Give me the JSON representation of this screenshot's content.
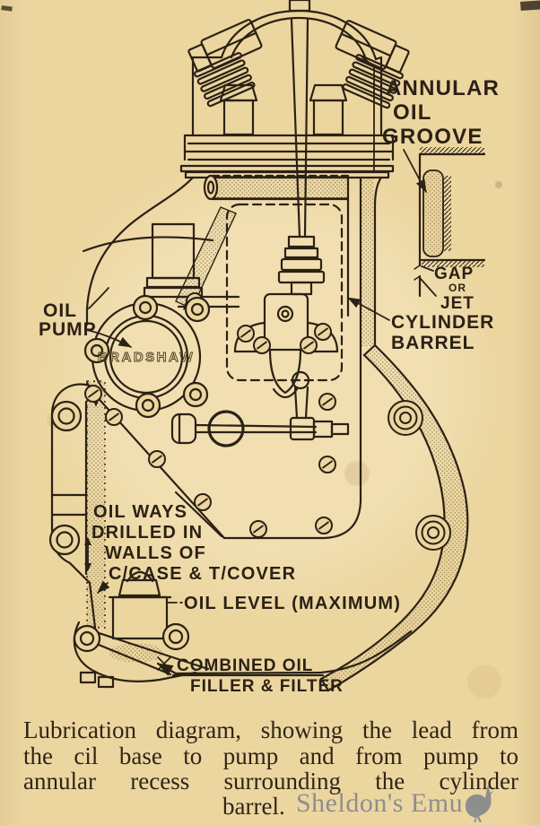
{
  "page": {
    "background": "#ecd6a0",
    "ink": "#2b2115"
  },
  "diagram": {
    "labels": {
      "annular_1": "ANNULAR",
      "annular_2": "OIL",
      "annular_3": "GROOVE",
      "gap": "GAP",
      "or": "OR",
      "jet": "JET",
      "cylinder": "CYLINDER",
      "barrel": "BARREL",
      "oil": "OIL",
      "pump": "PUMP",
      "brand": "BRADSHAW",
      "oilways_1": "OIL WAYS",
      "oilways_2": "DRILLED IN",
      "oilways_3": "WALLS OF",
      "oilways_4": "C/CASE & T/COVER",
      "oil_level": "OIL LEVEL (MAXIMUM)",
      "filler_1": "COMBINED OIL",
      "filler_2": "FILLER & FILTER"
    }
  },
  "caption": {
    "line1": "Lubrication diagram, showing the lead from",
    "line2": "the cil base to pump and from pump to",
    "line3": "annular recess surrounding the cylinder",
    "line4": "barrel."
  },
  "watermark": {
    "text": "Sheldon's Emu",
    "color": "#8e8e8e"
  }
}
